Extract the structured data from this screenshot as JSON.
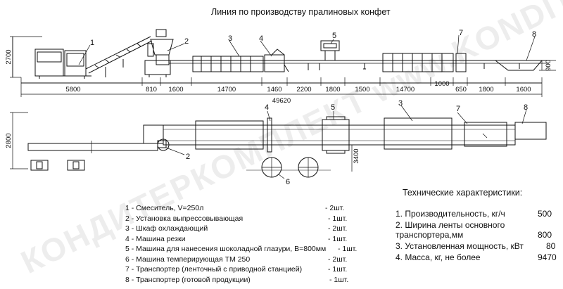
{
  "title": "Линия по производству пралиновых конфет",
  "callouts_side": [
    "1",
    "2",
    "3",
    "4",
    "5",
    "7",
    "8"
  ],
  "callouts_plan": [
    "4",
    "5",
    "3",
    "7",
    "8",
    "2",
    "6"
  ],
  "dims_bottom": [
    "5800",
    "810",
    "1600",
    "14700",
    "1460",
    "2200",
    "1800",
    "1500",
    "14700",
    "1000",
    "650",
    "1800",
    "1600"
  ],
  "dim_total": "49620",
  "dim_height_side": "2700",
  "dim_height_right": "900",
  "dim_plan_left": "2800",
  "dim_plan_mid": "3400",
  "legend": [
    {
      "label": "1 - Смеситель, V=250л",
      "qty": "- 2шт."
    },
    {
      "label": "2 - Установка выпрессовывающая",
      "qty": "- 1шт."
    },
    {
      "label": "3 - Шкаф охлаждающий",
      "qty": "- 2шт."
    },
    {
      "label": "4 - Машина резки",
      "qty": "- 1шт."
    },
    {
      "label": "5 - Машина для нанесения шоколадной глазури, В=800мм",
      "qty": "- 1шт."
    },
    {
      "label": "6 - Машина темперирующая ТМ 250",
      "qty": "- 2шт."
    },
    {
      "label": "7 - Транспортер (ленточный с приводной станцией)",
      "qty": "- 1шт."
    },
    {
      "label": "8 - Транспортер (готовой продукции)",
      "qty": "- 1шт."
    }
  ],
  "specs_title": "Технические характеристики:",
  "specs": [
    {
      "label": "1. Производительность, кг/ч",
      "value": "500"
    },
    {
      "label": "2. Ширина ленты основного транспортера,мм",
      "value": "800"
    },
    {
      "label": "3. Установленная мощность, кВт",
      "value": "80"
    },
    {
      "label": "4. Масса, кг, не более",
      "value": "9470"
    }
  ],
  "watermark": "КОНДИТЕРКОМПЛЕКТ www.KONDITERKOMPLEKT.RU"
}
